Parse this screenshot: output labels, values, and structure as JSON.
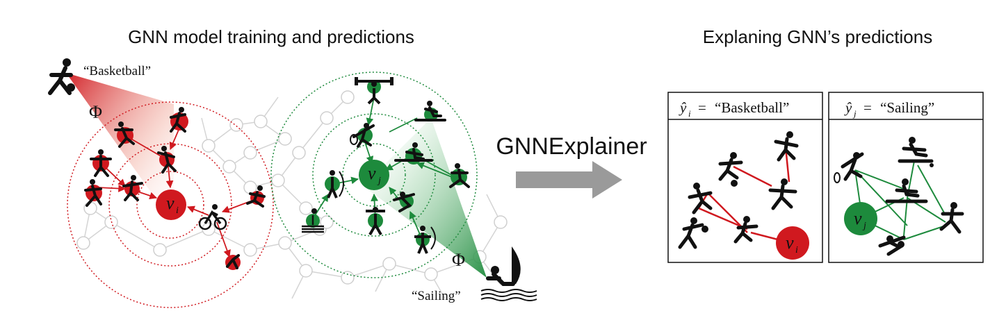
{
  "left_title": "GNN model training and predictions",
  "right_title": "Explaning GNN’s predictions",
  "arrow_label": "GNNExplainer",
  "left_quote_basketball": "“Basketball”",
  "left_quote_sailing": "“Sailing”",
  "phi_symbol": "Φ",
  "node_i_label": "v",
  "node_i_sub": "i",
  "node_j_label": "v",
  "node_j_sub": "j",
  "panel_i": {
    "label_prefix": "ŷ",
    "sub": "i",
    "eq": "=",
    "value": "“Basketball”"
  },
  "panel_j": {
    "label_prefix": "ŷ",
    "sub": "j",
    "eq": "=",
    "value": "“Sailing”"
  },
  "colors": {
    "red": "#d0191f",
    "green": "#1d8a3c",
    "gray": "#9a9a9a",
    "light_gray": "#d8d8d8"
  }
}
